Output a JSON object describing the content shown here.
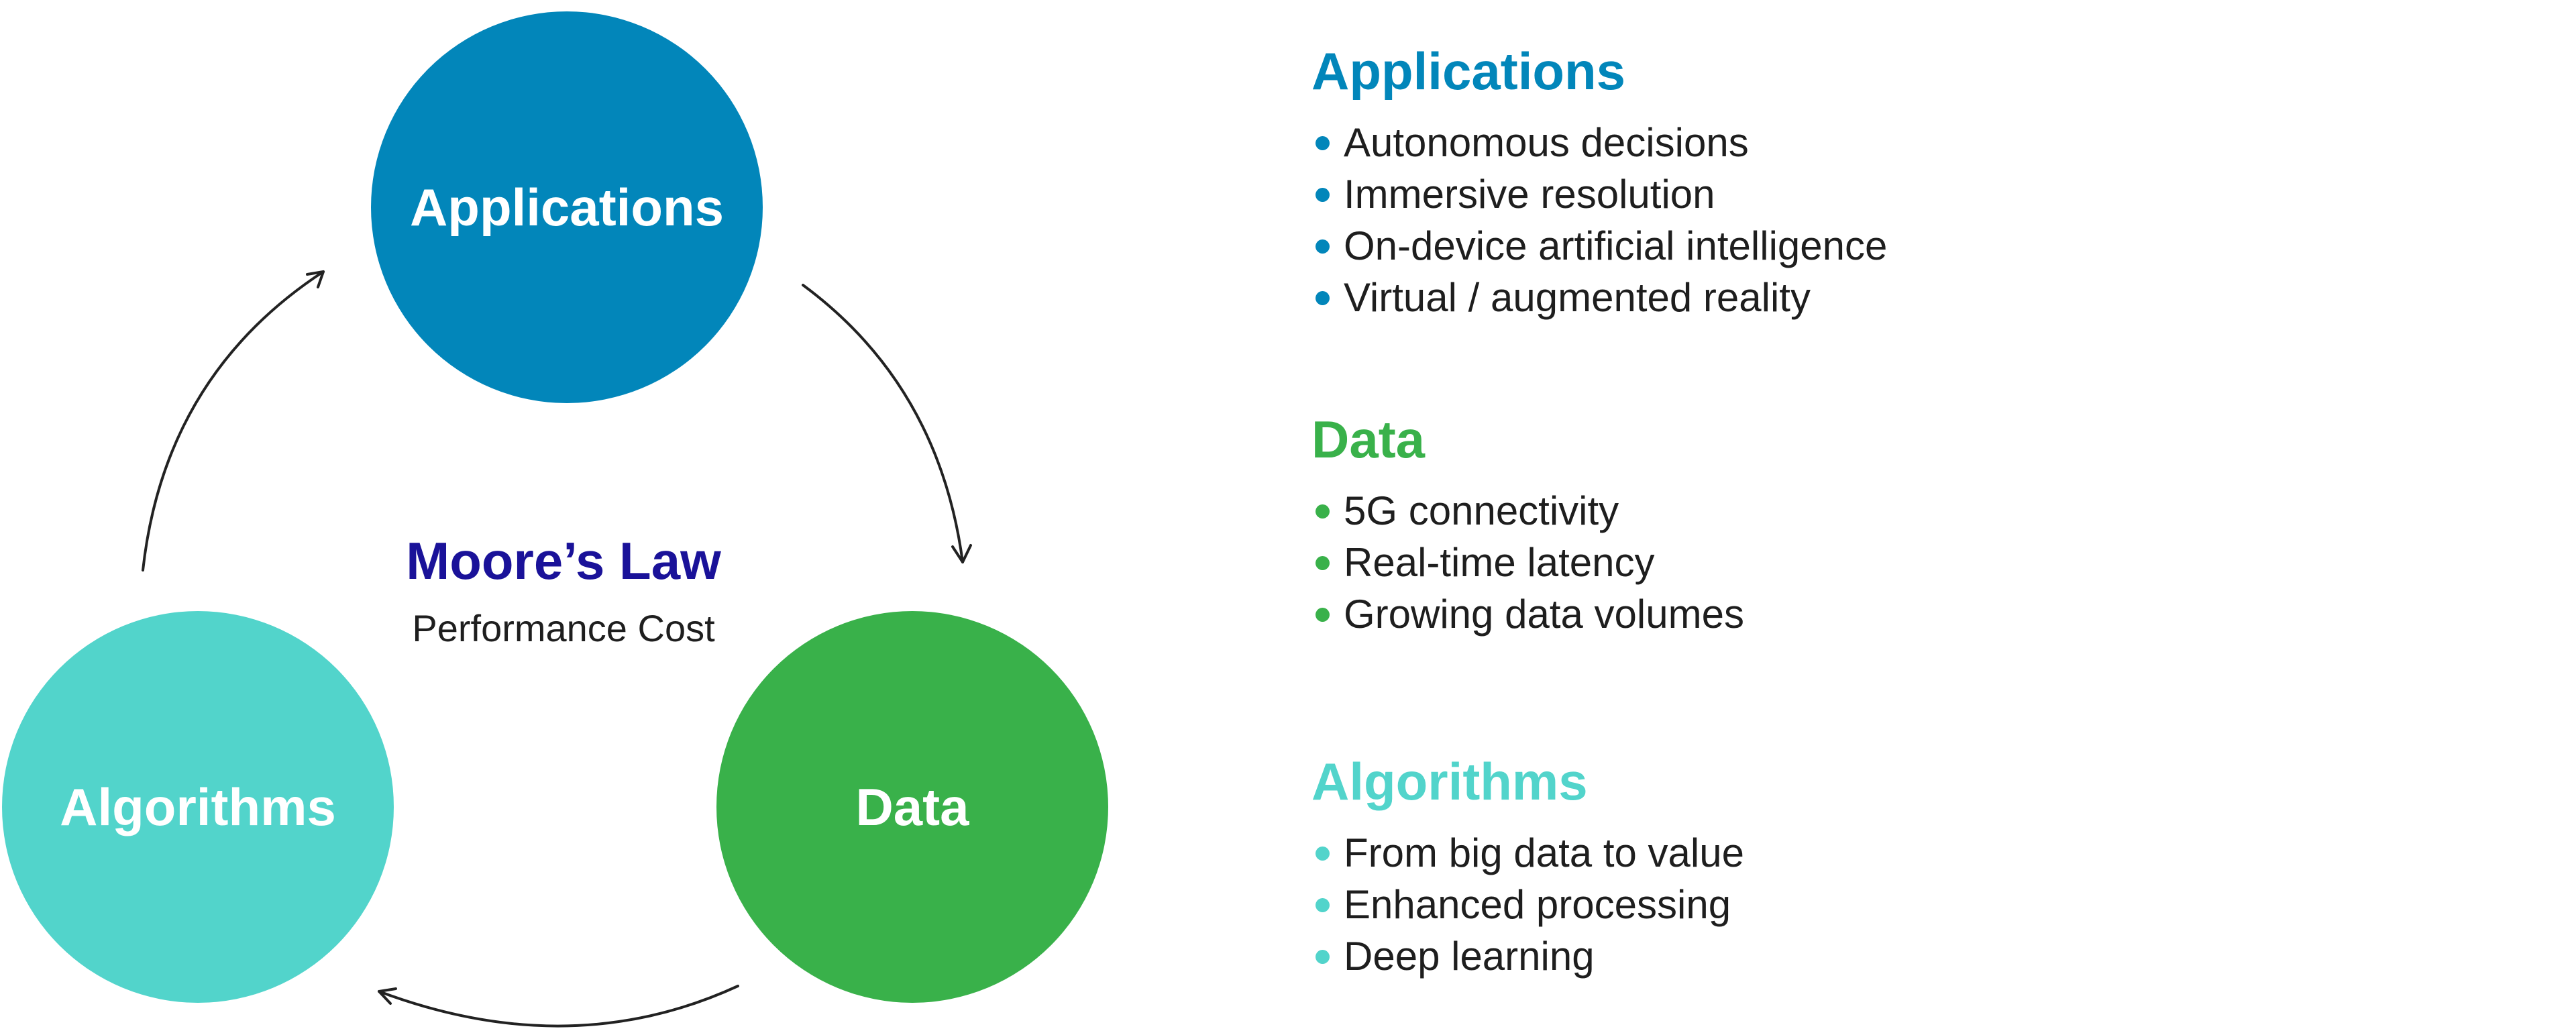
{
  "colors": {
    "applications": "#0286ba",
    "data": "#39b14a",
    "algorithms": "#52d4cb",
    "center_title": "#1a1299",
    "arrow": "#222222"
  },
  "diagram": {
    "nodes": {
      "applications": "Applications",
      "data": "Data",
      "algorithms": "Algorithms"
    },
    "center": {
      "title": "Moore’s Law",
      "subtitle": "Performance Cost"
    }
  },
  "sections": [
    {
      "title": "Applications",
      "items": [
        "Autonomous decisions",
        "Immersive resolution",
        "On-device artificial intelligence",
        "Virtual / augmented reality"
      ]
    },
    {
      "title": "Data",
      "items": [
        "5G connectivity",
        "Real-time latency",
        "Growing data volumes"
      ]
    },
    {
      "title": "Algorithms",
      "items": [
        "From big data to value",
        "Enhanced processing",
        "Deep learning"
      ]
    }
  ]
}
